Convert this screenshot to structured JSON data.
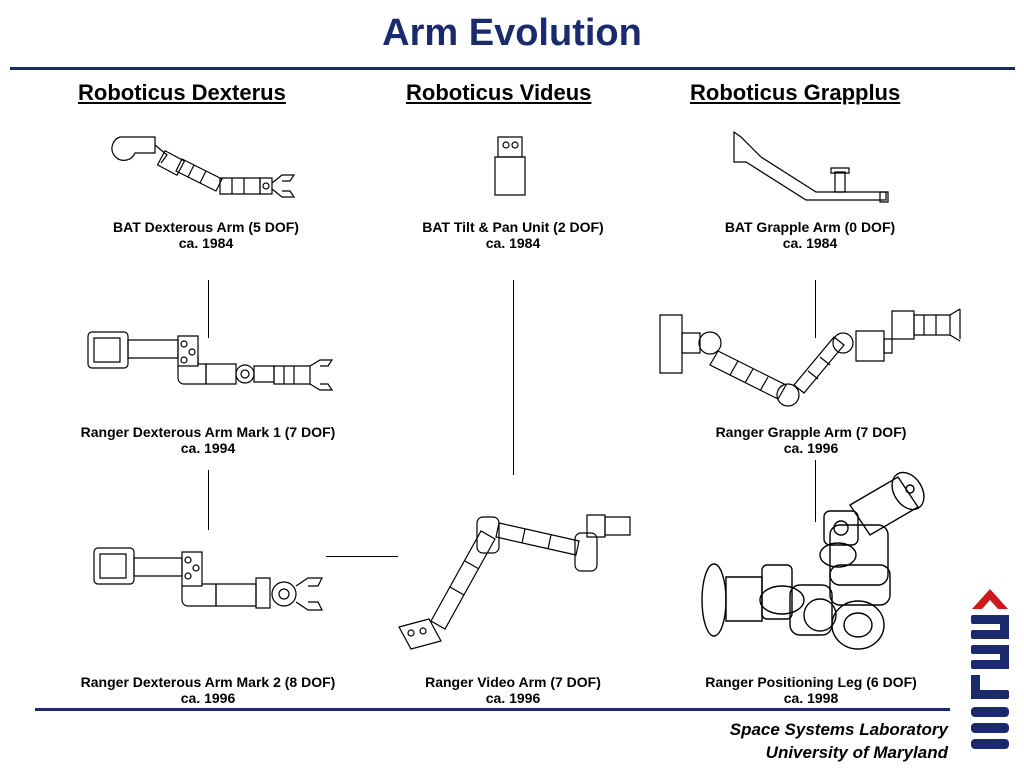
{
  "title": "Arm Evolution",
  "columns": [
    "Roboticus Dexterus",
    "Roboticus Videus",
    "Roboticus Grapplus"
  ],
  "captions": {
    "bat_dexterous": {
      "name": "BAT Dexterous Arm (5 DOF)",
      "date": "ca. 1984"
    },
    "bat_tilt_pan": {
      "name": "BAT Tilt & Pan Unit (2 DOF)",
      "date": "ca. 1984"
    },
    "bat_grapple": {
      "name": "BAT Grapple Arm (0 DOF)",
      "date": "ca. 1984"
    },
    "ranger_dex_mk1": {
      "name": "Ranger Dexterous Arm Mark 1 (7 DOF)",
      "date": "ca. 1994"
    },
    "ranger_grapple": {
      "name": "Ranger Grapple Arm (7 DOF)",
      "date": "ca. 1996"
    },
    "ranger_dex_mk2": {
      "name": "Ranger Dexterous Arm Mark 2 (8 DOF)",
      "date": "ca. 1996"
    },
    "ranger_video": {
      "name": "Ranger Video Arm (7 DOF)",
      "date": "ca. 1996"
    },
    "ranger_leg": {
      "name": "Ranger Positioning Leg (6 DOF)",
      "date": "ca. 1998"
    }
  },
  "footer": {
    "line1": "Space Systems Laboratory",
    "line2": "University of Maryland"
  },
  "logo": {
    "text": "SSL",
    "color": "#1a2a6c",
    "accent": "#cc1a1a"
  },
  "colors": {
    "title": "#1a2a6c",
    "rule": "#1a2a6c"
  }
}
